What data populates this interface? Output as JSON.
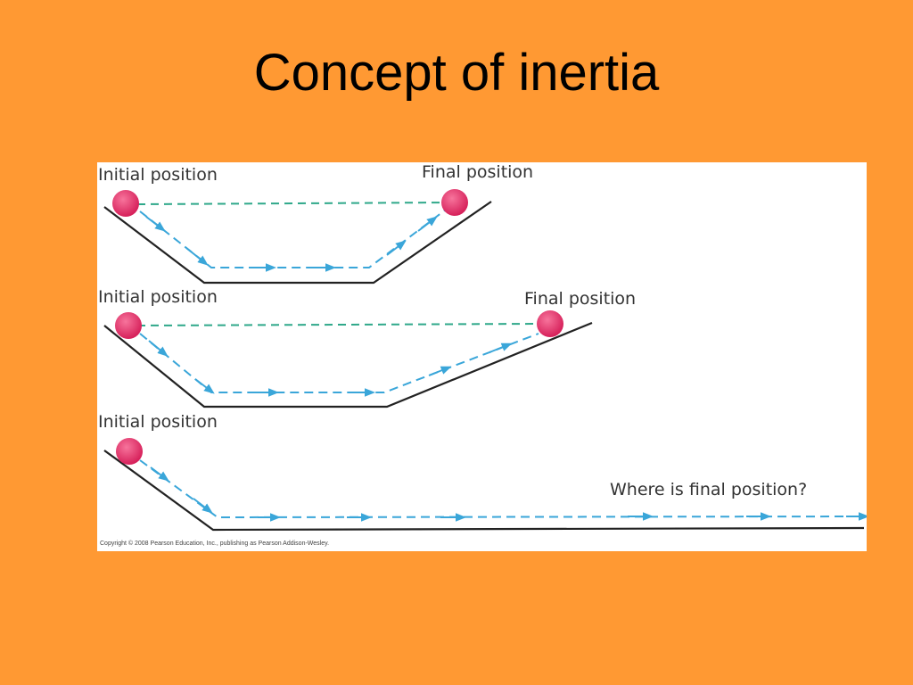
{
  "slide": {
    "title": "Concept of inertia"
  },
  "figure": {
    "panels": [
      {
        "initial_label": "Initial position",
        "final_label": "Final position"
      },
      {
        "initial_label": "Initial position",
        "final_label": "Final position"
      },
      {
        "initial_label": "Initial position",
        "final_label": "Where is final position?"
      }
    ],
    "copyright": "Copyright © 2008 Pearson Education, Inc., publishing as Pearson Addison-Wesley."
  },
  "colors": {
    "background": "#FF9933",
    "ball": "#E8356D",
    "path": "#3AA6D9",
    "level_line": "#2FA88A",
    "track": "#222222"
  }
}
